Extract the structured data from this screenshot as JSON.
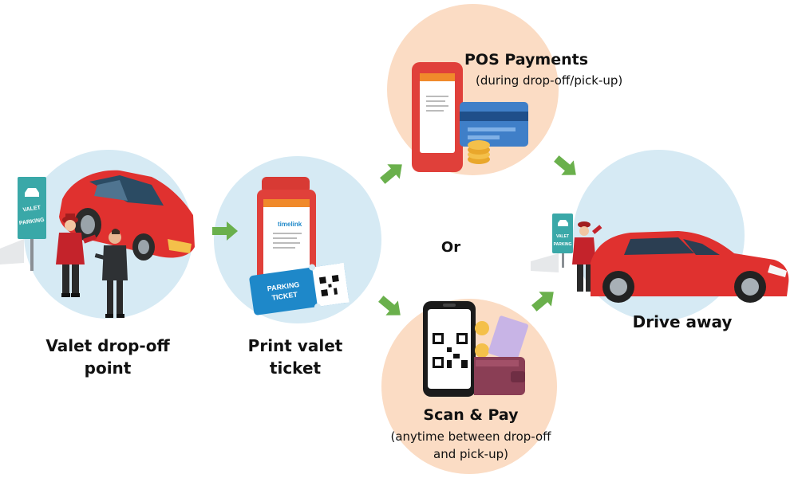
{
  "steps": {
    "dropoff": {
      "line1": "Valet drop-off",
      "line2": "point"
    },
    "print": {
      "line1": "Print valet",
      "line2": "ticket"
    },
    "pos": {
      "title": "POS Payments",
      "subtitle": "(during drop-off/pick-up)"
    },
    "or": "Or",
    "scan": {
      "title": "Scan & Pay",
      "subtitle1": "(anytime between drop-off",
      "subtitle2": "and pick-up)"
    },
    "drive": "Drive away"
  },
  "signs": {
    "valet": "VALET",
    "parking": "PARKING"
  },
  "ticket": {
    "line1": "PARKING",
    "line2": "TICKET"
  },
  "device_brand": "timelink",
  "icons": [
    "car-icon",
    "valet-attendant-icon",
    "customer-icon",
    "valet-sign-icon",
    "pos-terminal-icon",
    "credit-card-icon",
    "coins-icon",
    "parking-ticket-icon",
    "qr-code-icon",
    "smartphone-icon",
    "wallet-icon",
    "arrow-icon"
  ],
  "colors": {
    "blue_circle": "#d6eaf4",
    "peach_circle": "#fbdcc4",
    "arrow_green": "#6ab04c",
    "car_red": "#e0312f",
    "sign_teal": "#3aa8a8",
    "ticket_blue": "#1e88c9"
  }
}
